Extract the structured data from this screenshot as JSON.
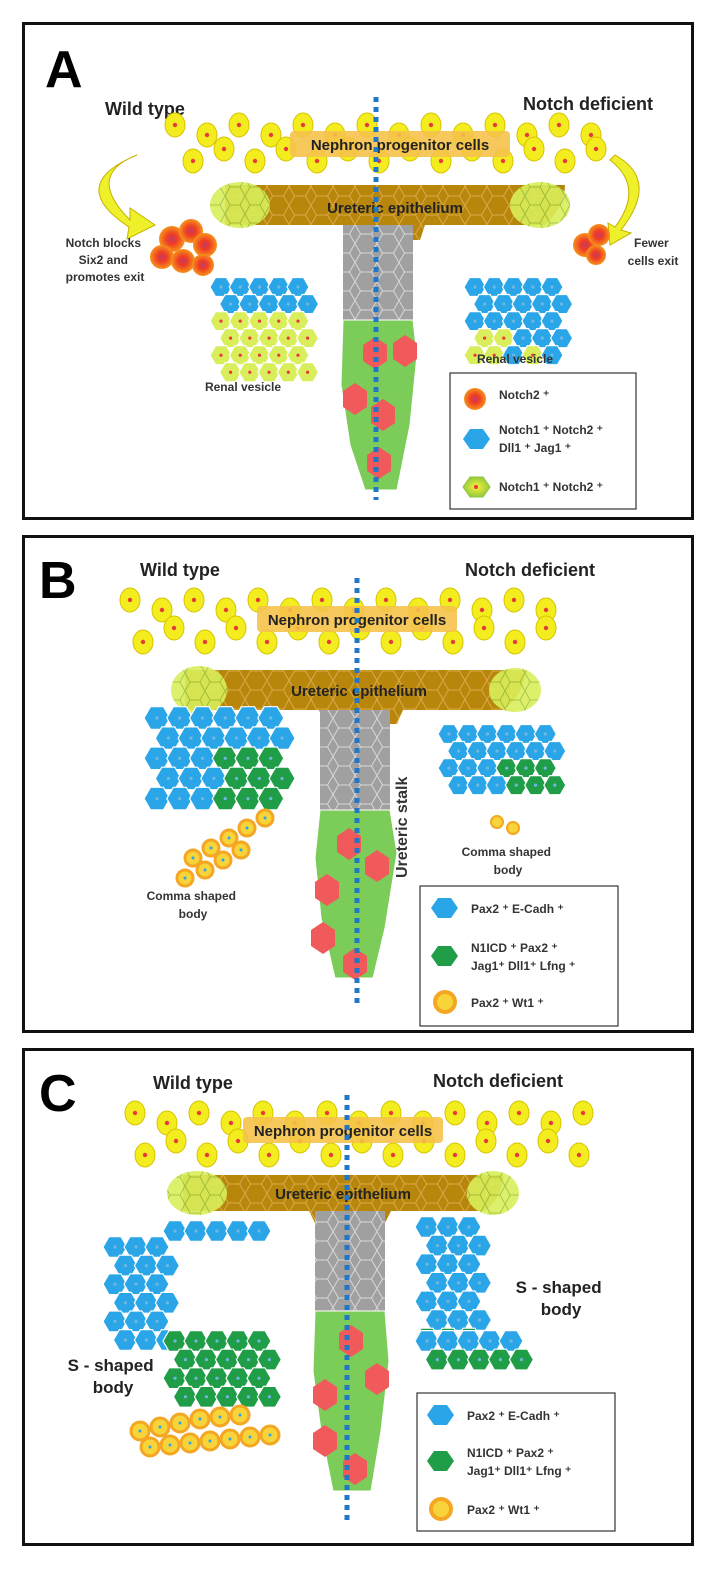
{
  "panels": [
    {
      "letter": "A",
      "left_label": "Wild type",
      "right_label": "Notch deficient",
      "progenitor_label": "Nephron progenitor cells",
      "epithelium_label": "Ureteric epithelium",
      "left_note": [
        "Notch blocks",
        "Six2 and",
        "promotes exit"
      ],
      "right_note": [
        "Fewer",
        "cells exit"
      ],
      "left_structure_label": [
        "Renal vesicle"
      ],
      "right_structure_label": [
        "Renal vesicle"
      ],
      "stalk_label": "",
      "legend": [
        {
          "icon": "orange-cell-icon",
          "lines": [
            "Notch2 ⁺"
          ]
        },
        {
          "icon": "blue-hex-cell-icon",
          "lines": [
            "Notch1 ⁺ Notch2 ⁺",
            "Dll1 ⁺ Jag1 ⁺"
          ]
        },
        {
          "icon": "lime-hex-cell-icon",
          "lines": [
            "Notch1 ⁺ Notch2 ⁺"
          ]
        }
      ]
    },
    {
      "letter": "B",
      "left_label": "Wild type",
      "right_label": "Notch deficient",
      "progenitor_label": "Nephron progenitor cells",
      "epithelium_label": "Ureteric epithelium",
      "left_note": [],
      "right_note": [],
      "left_structure_label": [
        "Comma shaped",
        "body"
      ],
      "right_structure_label": [
        "Comma shaped",
        "body"
      ],
      "stalk_label": "Ureteric stalk",
      "legend": [
        {
          "icon": "blue-hex-cell-icon",
          "lines": [
            "Pax2 ⁺ E-Cadh ⁺"
          ]
        },
        {
          "icon": "green-hex-cell-icon",
          "lines": [
            "N1ICD ⁺ Pax2 ⁺",
            "Jag1⁺ Dll1⁺ Lfng ⁺"
          ]
        },
        {
          "icon": "orange-ring-cell-icon",
          "lines": [
            "Pax2 ⁺ Wt1 ⁺"
          ]
        }
      ]
    },
    {
      "letter": "C",
      "left_label": "Wild type",
      "right_label": "Notch deficient",
      "progenitor_label": "Nephron progenitor cells",
      "epithelium_label": "Ureteric epithelium",
      "left_note": [],
      "right_note": [],
      "left_structure_label": [
        "S - shaped",
        "body"
      ],
      "right_structure_label": [
        "S - shaped",
        "body"
      ],
      "stalk_label": "",
      "legend": [
        {
          "icon": "blue-hex-cell-icon",
          "lines": [
            "Pax2 ⁺ E-Cadh ⁺"
          ]
        },
        {
          "icon": "green-hex-cell-icon",
          "lines": [
            "N1ICD ⁺ Pax2 ⁺",
            "Jag1⁺ Dll1⁺ Lfng ⁺"
          ]
        },
        {
          "icon": "orange-ring-cell-icon",
          "lines": [
            "Pax2 ⁺ Wt1 ⁺"
          ]
        }
      ]
    }
  ],
  "colors": {
    "blue": "#2aa6e8",
    "green": "#1f9d47",
    "lime": "#a9d62e",
    "yellow": "#f3ef2a",
    "orange": "#f5a623",
    "red": "#e83a3a",
    "brown": "#b8860b",
    "gray": "#9e9e9e",
    "stalk_green": "#7ccc5a",
    "stalk_red": "#f05a5a",
    "dotted_line": "#1f77c8"
  }
}
